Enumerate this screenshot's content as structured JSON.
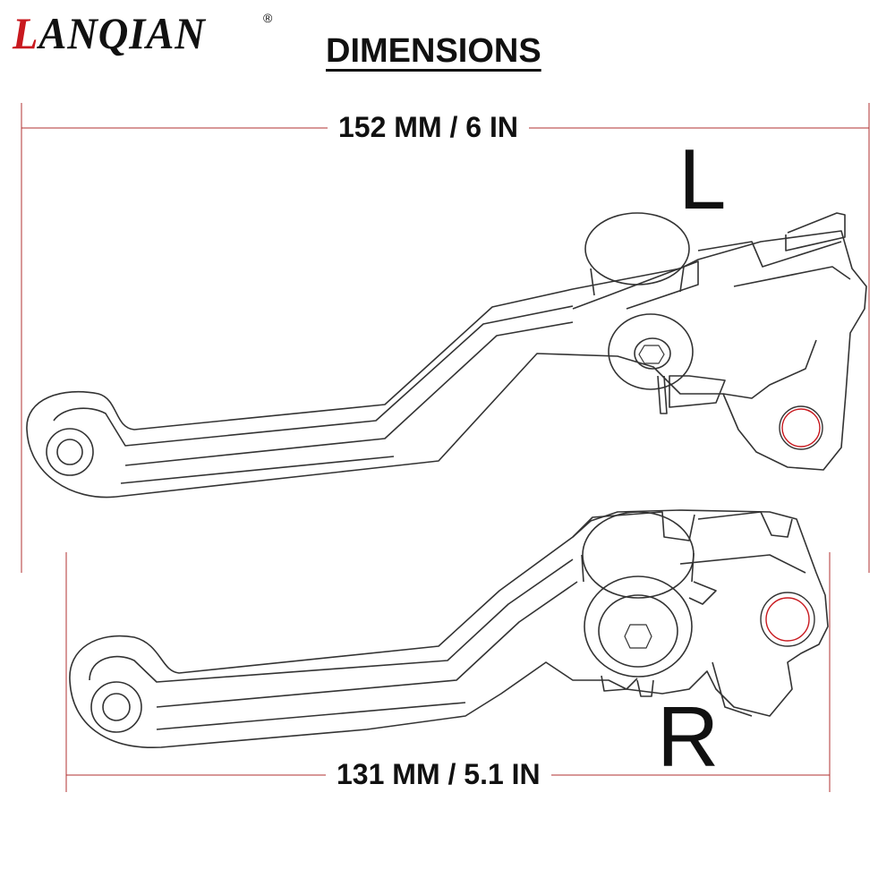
{
  "brand": {
    "first_letter": "L",
    "rest": "ANQIAN",
    "registered_mark": "®",
    "accent_color": "#c8191f"
  },
  "heading": "DIMENSIONS",
  "dimensions": {
    "top_length": "152 MM / 6 IN",
    "bottom_length": "131 MM / 5.1 IN"
  },
  "levers": {
    "left_label": "L",
    "right_label": "R"
  },
  "colors": {
    "line": "#333333",
    "dimension_line": "#b03030",
    "hole_highlight": "#c8191f"
  }
}
